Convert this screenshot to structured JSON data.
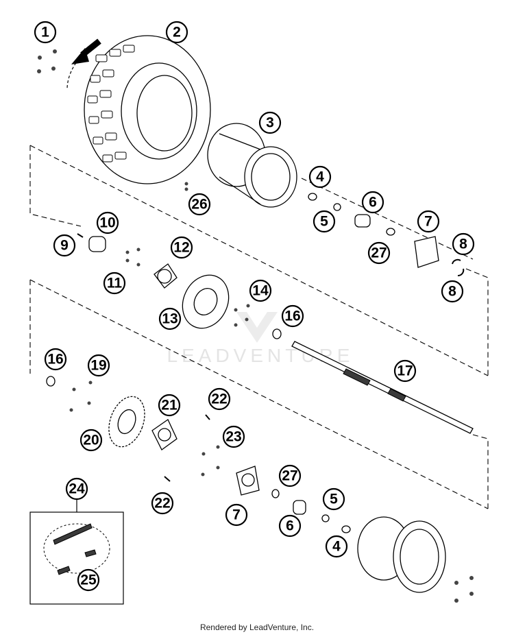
{
  "callouts": {
    "c1": "1",
    "c2": "2",
    "c3": "3",
    "c4a": "4",
    "c4b": "4",
    "c5a": "5",
    "c5b": "5",
    "c6a": "6",
    "c6b": "6",
    "c7a": "7",
    "c7b": "7",
    "c8a": "8",
    "c8b": "8",
    "c9": "9",
    "c10": "10",
    "c11": "11",
    "c12": "12",
    "c13": "13",
    "c14": "14",
    "c16a": "16",
    "c16b": "16",
    "c17": "17",
    "c19": "19",
    "c20": "20",
    "c21": "21",
    "c22a": "22",
    "c22b": "22",
    "c23": "23",
    "c24": "24",
    "c25": "25",
    "c26": "26",
    "c27a": "27",
    "c27b": "27"
  },
  "watermark": "LEADVENTURE",
  "footer": "Rendered by LeadVenture, Inc.",
  "colors": {
    "line": "#000000",
    "background": "#ffffff",
    "watermark": "#e4e4e4"
  }
}
